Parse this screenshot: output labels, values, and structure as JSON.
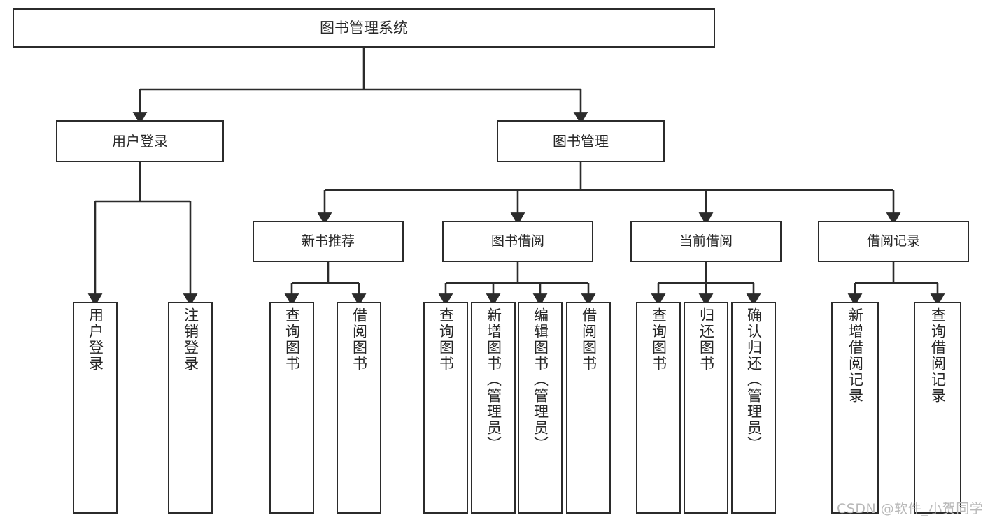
{
  "diagram": {
    "title": "图书管理系统",
    "watermark": "CSDN @软件_小贺同学",
    "accent_line_color": "#2b2b2b",
    "box_border_color": "#2b2b2b",
    "text_color": "#262626",
    "background_color": "#ffffff",
    "watermark_color": "#b9b9b9"
  },
  "nodes": {
    "root": {
      "label": "图书管理系统"
    },
    "level1": [
      {
        "label": "用户登录"
      },
      {
        "label": "图书管理"
      }
    ],
    "level2": [
      {
        "label": "新书推荐"
      },
      {
        "label": "图书借阅"
      },
      {
        "label": "当前借阅"
      },
      {
        "label": "借阅记录"
      }
    ],
    "leaves": {
      "user_login": [
        {
          "label": "用户登录"
        },
        {
          "label": "注销登录"
        }
      ],
      "new_book_recommend": [
        {
          "label": "查询图书"
        },
        {
          "label": "借阅图书"
        }
      ],
      "book_borrow": [
        {
          "label": "查询图书"
        },
        {
          "label": "新增图书（管理员）"
        },
        {
          "label": "编辑图书（管理员）"
        },
        {
          "label": "借阅图书"
        }
      ],
      "current_borrow": [
        {
          "label": "查询图书"
        },
        {
          "label": "归还图书"
        },
        {
          "label": "确认归还（管理员）"
        }
      ],
      "borrow_record": [
        {
          "label": "新增借阅记录"
        },
        {
          "label": "查询借阅记录"
        }
      ]
    }
  }
}
